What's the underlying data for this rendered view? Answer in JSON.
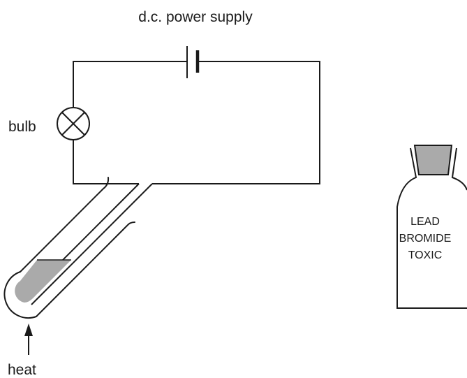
{
  "labels": {
    "power_supply": "d.c. power supply",
    "bulb": "bulb",
    "heat": "heat"
  },
  "bottle": {
    "line1": "LEAD",
    "line2": "BROMIDE",
    "line3": "TOXIC"
  },
  "colors": {
    "ink": "#1a1a1a",
    "molten_fill": "#aaaaaa",
    "stopper_fill": "#aaaaaa",
    "background": "#ffffff"
  }
}
